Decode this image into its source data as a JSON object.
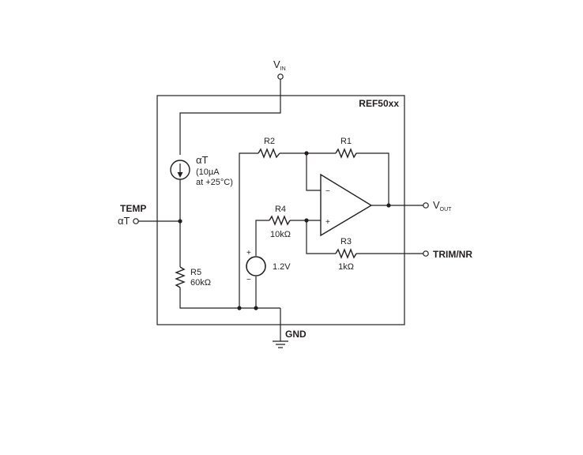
{
  "chip": {
    "name": "REF50xx"
  },
  "pins": {
    "vin": {
      "main": "V",
      "sub": "IN"
    },
    "vout": {
      "main": "V",
      "sub": "OUT"
    },
    "temp": "TEMP",
    "temp_alpha": "αT",
    "trim": "TRIM/NR",
    "gnd": "GND"
  },
  "current_source": {
    "label": "αT",
    "value": "(10µA",
    "condition": "at +25°C)"
  },
  "voltage_source": {
    "value": "1.2V",
    "plus": "+",
    "minus": "−"
  },
  "resistors": {
    "r1": {
      "name": "R1"
    },
    "r2": {
      "name": "R2"
    },
    "r3": {
      "name": "R3",
      "value": "1kΩ"
    },
    "r4": {
      "name": "R4",
      "value": "10kΩ"
    },
    "r5": {
      "name": "R5",
      "value": "60kΩ"
    }
  },
  "opamp": {
    "minus": "−",
    "plus": "+"
  }
}
